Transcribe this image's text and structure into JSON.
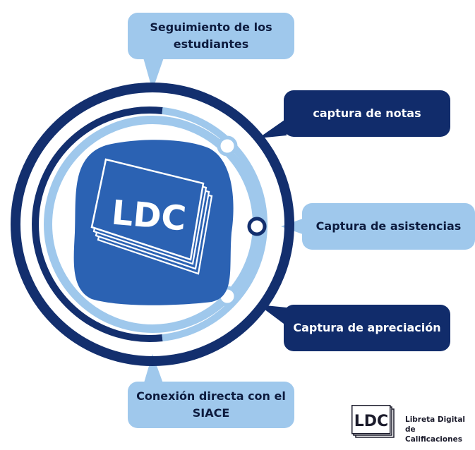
{
  "diagram": {
    "center_label": "LDC",
    "items": {
      "top": "Seguimiento de los estudiantes",
      "right_1": "captura de notas",
      "right_2": "Captura de asistencias",
      "right_3": "Captura de apreciación",
      "bottom": "Conexión directa con el SIACE"
    }
  },
  "logo": {
    "short": "LDC",
    "line1": "Libreta Digital",
    "line2": "de Calificaciones"
  },
  "colors": {
    "navy": "#132f6e",
    "light_blue": "#9fc8ec",
    "center_blue": "#2b62b3",
    "dark_text": "#0d1b3e"
  }
}
